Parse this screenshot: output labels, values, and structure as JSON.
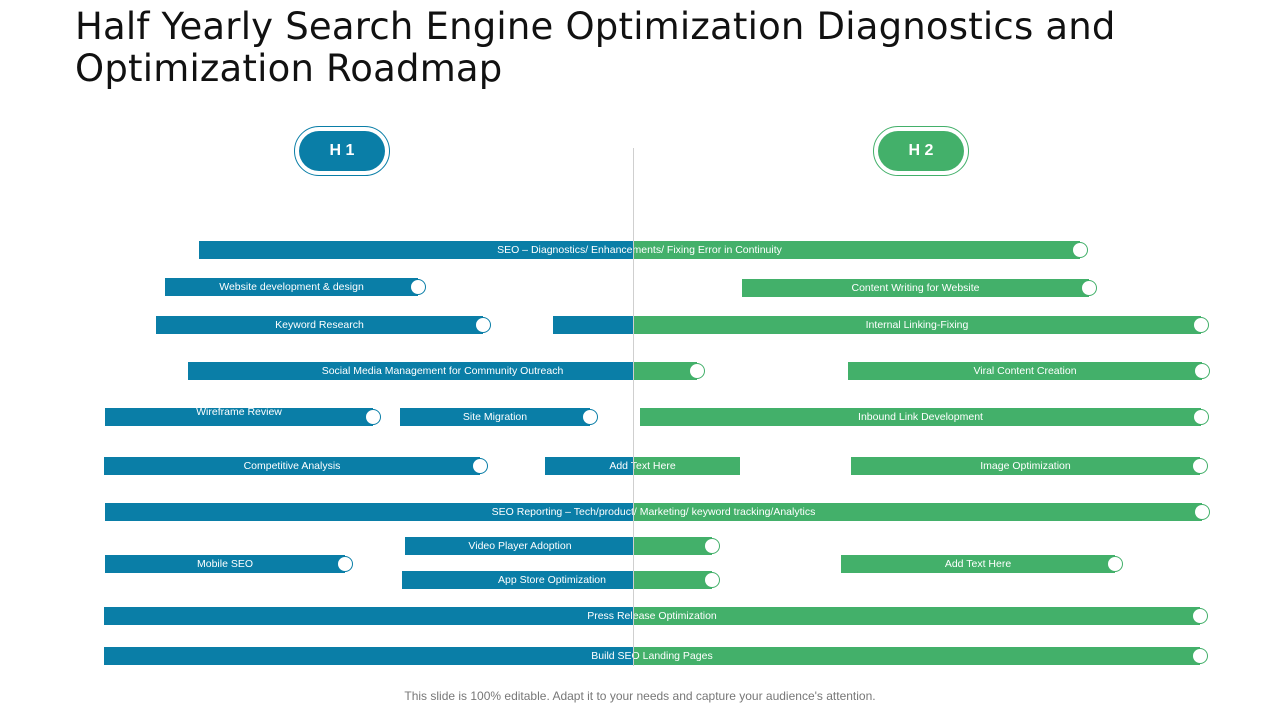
{
  "title": "Half Yearly Search Engine Optimization Diagnostics and Optimization Roadmap",
  "colors": {
    "h1": "#0a7ea7",
    "h2": "#43b06a"
  },
  "periods": [
    {
      "label": "H 1"
    },
    {
      "label": "H 2"
    }
  ],
  "tasks": [
    {
      "label": "SEO  – Diagnostics/ Enhancements/ Fixing Error in Continuity"
    },
    {
      "label": "Website development & design"
    },
    {
      "label": "Content Writing for Website"
    },
    {
      "label": "Keyword Research"
    },
    {
      "label": ""
    },
    {
      "label": "Internal Linking-Fixing"
    },
    {
      "label": "Social Media Management  for Community Outreach"
    },
    {
      "label": "Viral Content Creation"
    },
    {
      "label": "Wireframe Review"
    },
    {
      "label": "Site Migration"
    },
    {
      "label": "Inbound Link Development"
    },
    {
      "label": "Competitive Analysis"
    },
    {
      "label": "Add Text Here"
    },
    {
      "label": "Image  Optimization"
    },
    {
      "label": "SEO  Reporting – Tech/product/ Marketing/ keyword tracking/Analytics"
    },
    {
      "label": "Video Player Adoption"
    },
    {
      "label": "Mobile SEO"
    },
    {
      "label": "Add Text Here"
    },
    {
      "label": "App Store Optimization"
    },
    {
      "label": "Press Release  Optimization"
    },
    {
      "label": "Build SEO  Landing Pages"
    }
  ],
  "footer": "This slide is 100% editable. Adapt it to your needs and capture your audience's attention."
}
